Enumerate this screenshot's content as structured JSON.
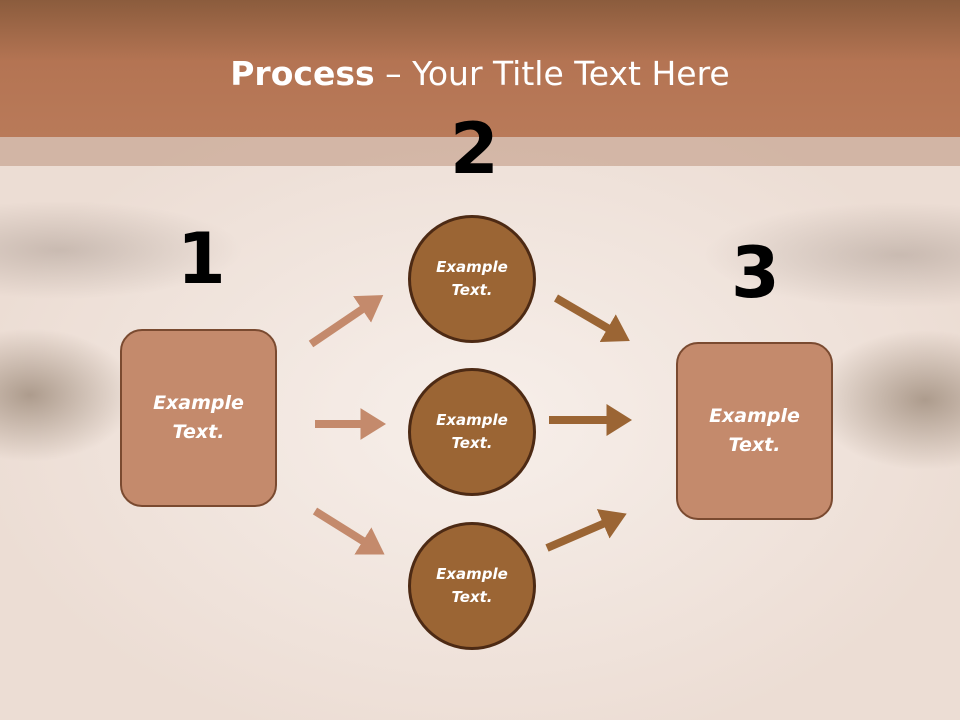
{
  "title": {
    "bold": "Process",
    "rest": " – Your Title Text Here"
  },
  "steps": {
    "one": "1",
    "two": "2",
    "three": "3"
  },
  "left_box": {
    "line1": "Example",
    "line2": "Text."
  },
  "circles": [
    {
      "line1": "Example",
      "line2": "Text."
    },
    {
      "line1": "Example",
      "line2": "Text."
    },
    {
      "line1": "Example",
      "line2": "Text."
    }
  ],
  "right_box": {
    "line1": "Example",
    "line2": "Text."
  },
  "colors": {
    "header": "#b47453",
    "box_fill": "#c48a6c",
    "circle_fill": "#9b6534",
    "left_arrow": "#c48a6c",
    "right_arrow": "#9b6534"
  }
}
